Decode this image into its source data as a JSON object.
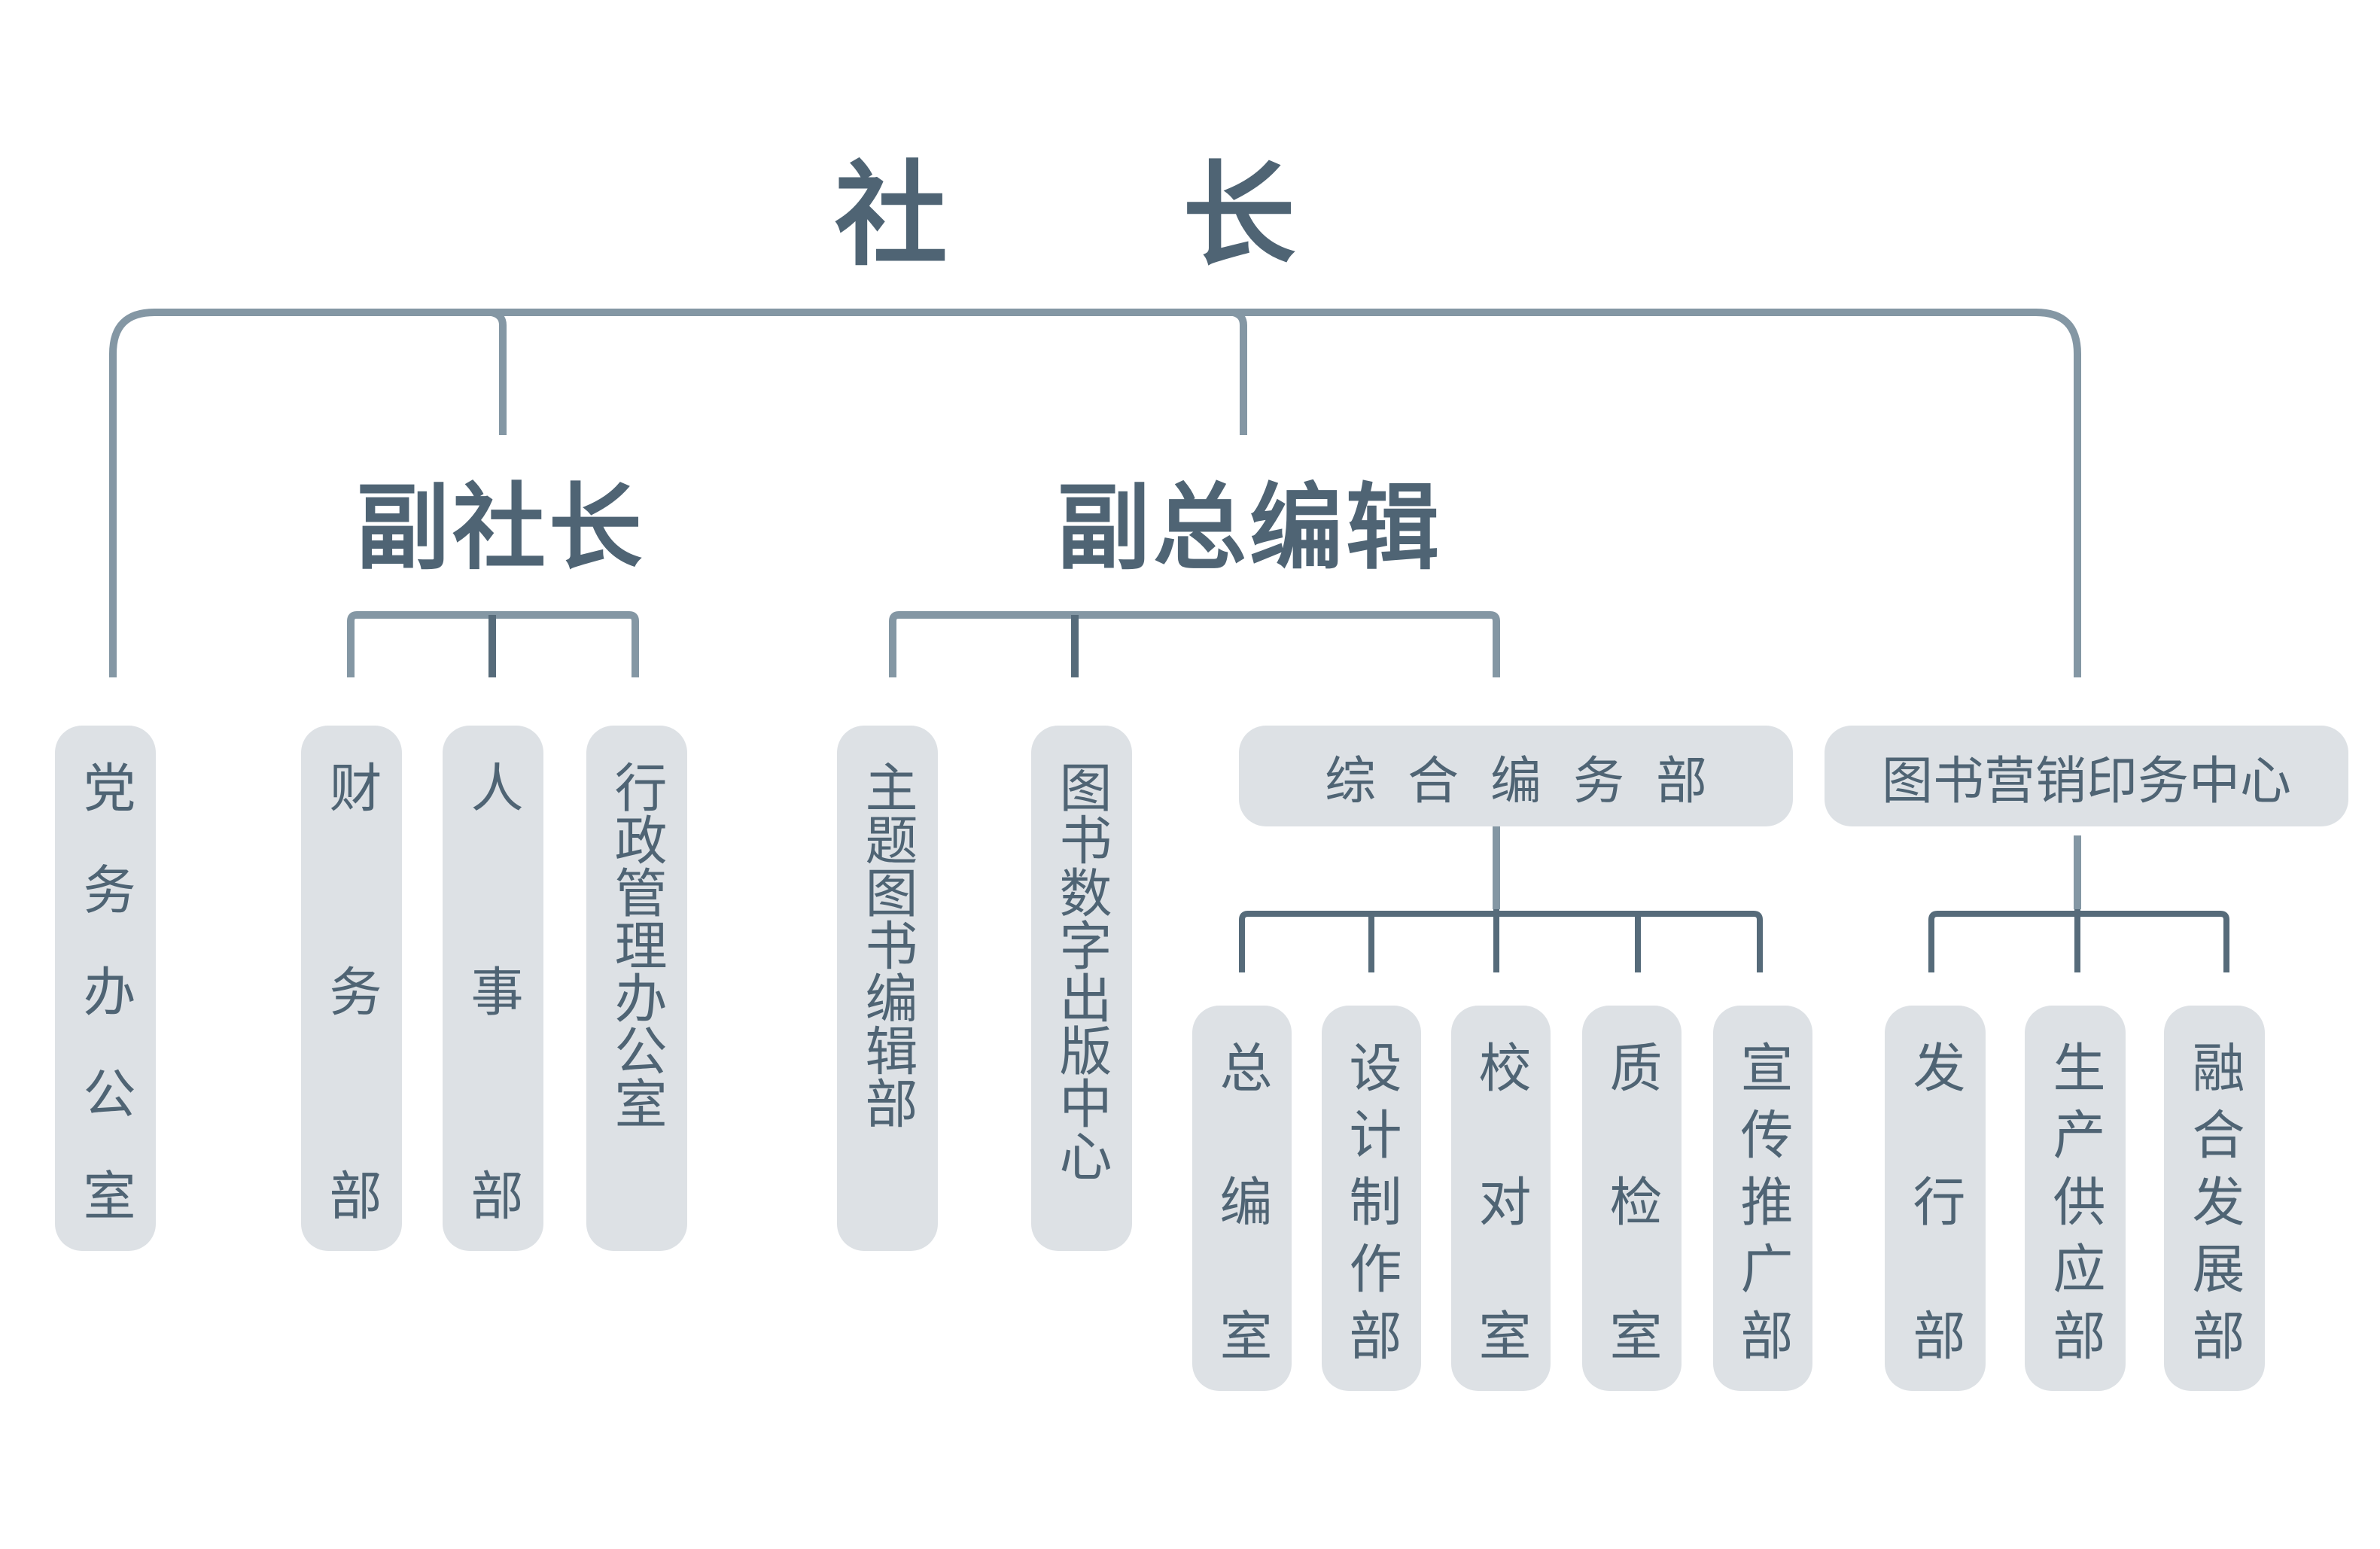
{
  "chart_data": {
    "type": "org-chart",
    "root": "社 长",
    "leaders": [
      "副社长",
      "副总编辑"
    ],
    "nodes": {
      "party_office": "党务办公室",
      "finance": "财务部",
      "hr": "人事部",
      "admin": "行政管理办公室",
      "theme_books": "主题图书编辑部",
      "digital": "图书数字出版中心",
      "general_editorial": "综合编务部",
      "marketing": "图书营销印务中心",
      "chief_editor_office": "总编室",
      "design": "设计制作部",
      "proofreading": "校对室",
      "quality": "质检室",
      "promotion": "宣传推广部",
      "distribution": "发行部",
      "production": "生产供应部",
      "integration": "融合发展部"
    },
    "edges": [
      [
        "社 长",
        "党务办公室"
      ],
      [
        "社 长",
        "副社长"
      ],
      [
        "社 长",
        "副总编辑"
      ],
      [
        "社 长",
        "图书营销印务中心"
      ],
      [
        "副社长",
        "财务部"
      ],
      [
        "副社长",
        "人事部"
      ],
      [
        "副社长",
        "行政管理办公室"
      ],
      [
        "副总编辑",
        "主题图书编辑部"
      ],
      [
        "副总编辑",
        "图书数字出版中心"
      ],
      [
        "副总编辑",
        "综合编务部"
      ],
      [
        "综合编务部",
        "总编室"
      ],
      [
        "综合编务部",
        "设计制作部"
      ],
      [
        "综合编务部",
        "校对室"
      ],
      [
        "综合编务部",
        "质检室"
      ],
      [
        "综合编务部",
        "宣传推广部"
      ],
      [
        "图书营销印务中心",
        "发行部"
      ],
      [
        "图书营销印务中心",
        "生产供应部"
      ],
      [
        "图书营销印务中心",
        "融合发展部"
      ]
    ]
  },
  "colors": {
    "line_light": "#8497a4",
    "line_dark": "#566b7a",
    "box": "#dde1e5",
    "text": "#4f6474"
  }
}
